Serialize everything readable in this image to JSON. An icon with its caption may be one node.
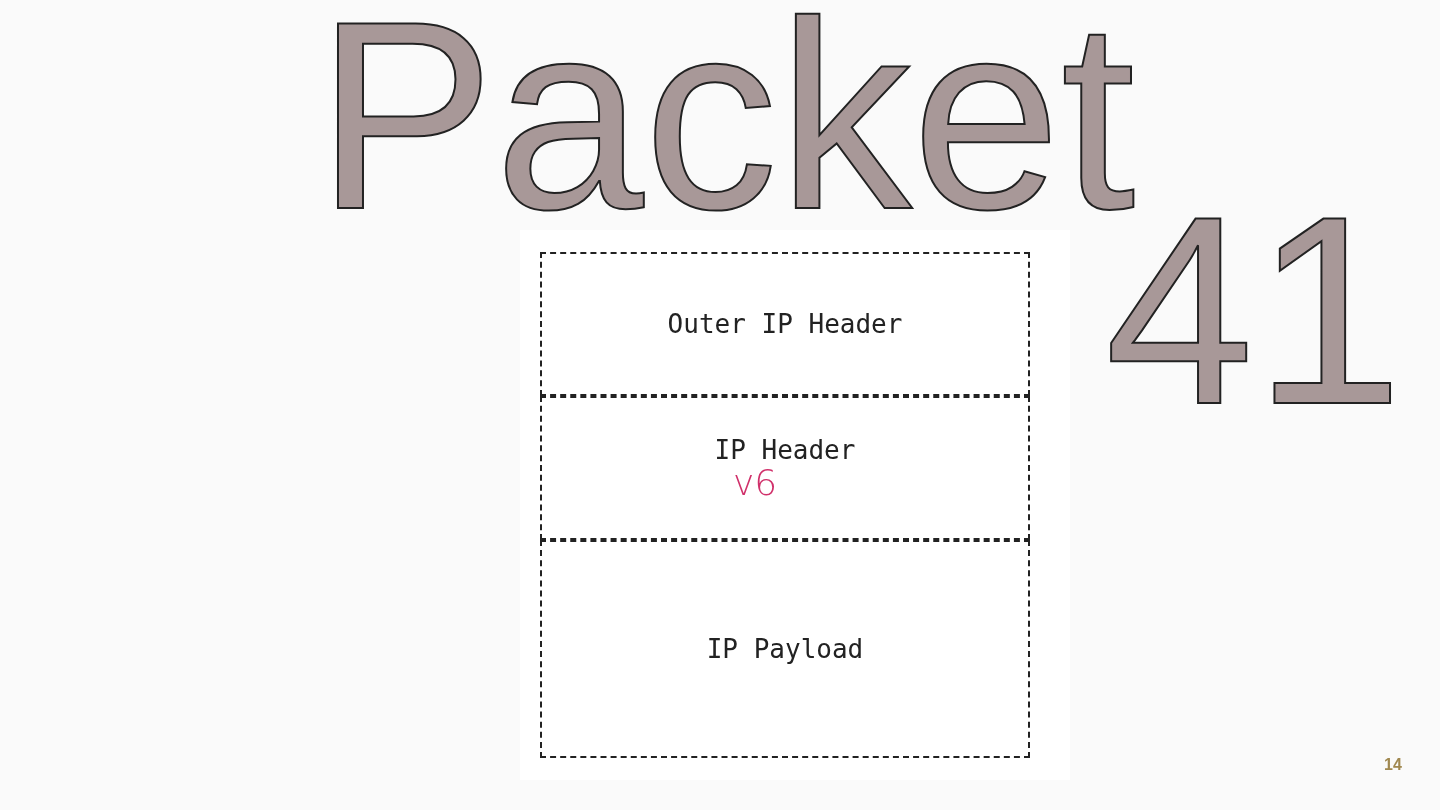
{
  "diagram": {
    "title": "Packet",
    "nodes": [
      {
        "text": [
          "Outer IP Header"
        ]
      },
      {
        "text": [
          "IP Header",
          "v6"
        ]
      },
      {
        "text": [
          "IP Payload"
        ]
      }
    ],
    "labels": [
      "41",
      "14"
    ]
  }
}
